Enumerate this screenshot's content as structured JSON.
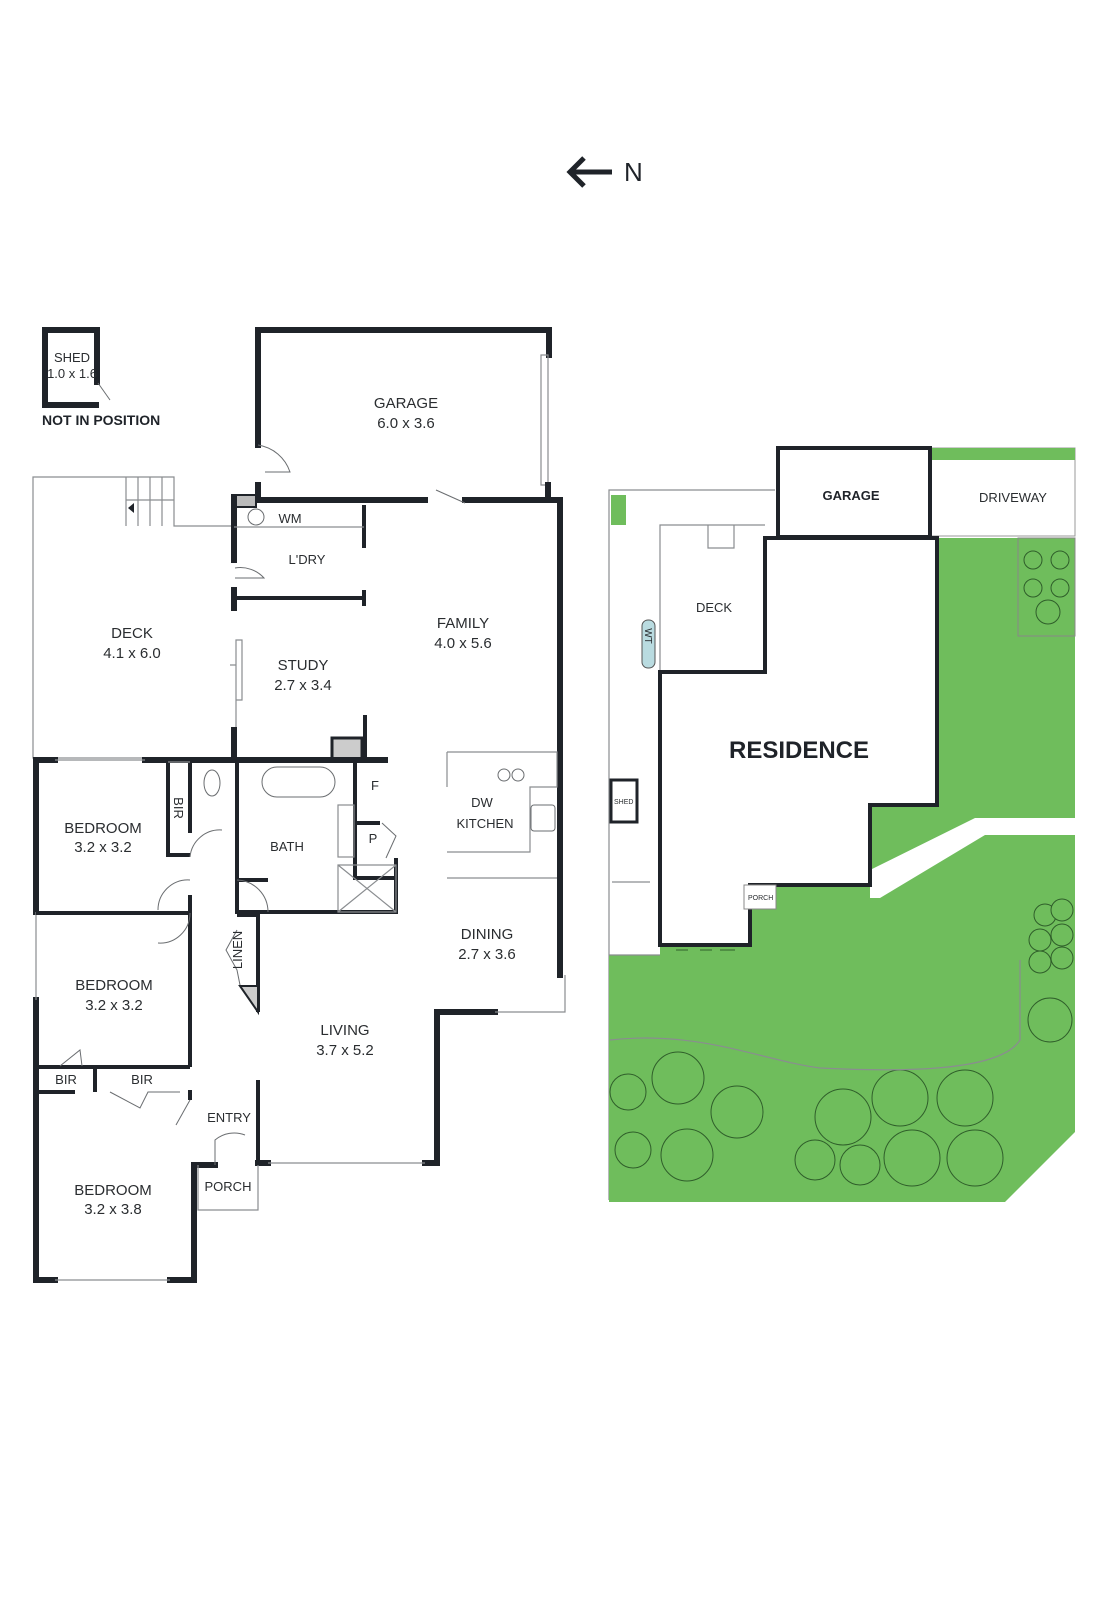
{
  "compass": {
    "label": "N",
    "icon": "north-arrow-icon"
  },
  "floor_plan": {
    "shed": {
      "name": "SHED",
      "size": "1.0 x 1.6",
      "note": "NOT IN POSITION"
    },
    "rooms": [
      {
        "name": "GARAGE",
        "size": "6.0 x 3.6"
      },
      {
        "name": "DECK",
        "size": "4.1 x 6.0"
      },
      {
        "name": "STUDY",
        "size": "2.7 x 3.4"
      },
      {
        "name": "FAMILY",
        "size": "4.0 x 5.6"
      },
      {
        "name": "BEDROOM",
        "size": "3.2 x 3.2"
      },
      {
        "name": "BEDROOM",
        "size": "3.2 x 3.2"
      },
      {
        "name": "BEDROOM",
        "size": "3.2 x 3.8"
      },
      {
        "name": "DINING",
        "size": "2.7 x 3.6"
      },
      {
        "name": "LIVING",
        "size": "3.7 x 5.2"
      }
    ],
    "labels": {
      "wm": "WM",
      "laundry": "L'DRY",
      "bath": "BATH",
      "fridge": "F",
      "pantry": "P",
      "dw": "DW",
      "kitchen": "KITCHEN",
      "bir1": "BIR",
      "bir2": "BIR",
      "bir3": "BIR",
      "linen": "LINEN",
      "entry": "ENTRY",
      "porch": "PORCH"
    }
  },
  "site_plan": {
    "garage": "GARAGE",
    "driveway": "DRIVEWAY",
    "deck": "DECK",
    "wt": "WT",
    "residence": "RESIDENCE",
    "shed": "SHED",
    "porch": "PORCH",
    "lawn_color": "#6fbd5c"
  }
}
